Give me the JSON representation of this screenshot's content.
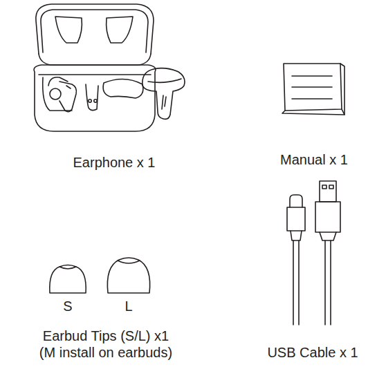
{
  "diagram": {
    "labels": [
      "Earphone x 1",
      "Manual x 1",
      "S",
      "L",
      "Earbud Tips (S/L) x1",
      "(M install on earbuds)",
      "USB Cable x 1"
    ]
  }
}
